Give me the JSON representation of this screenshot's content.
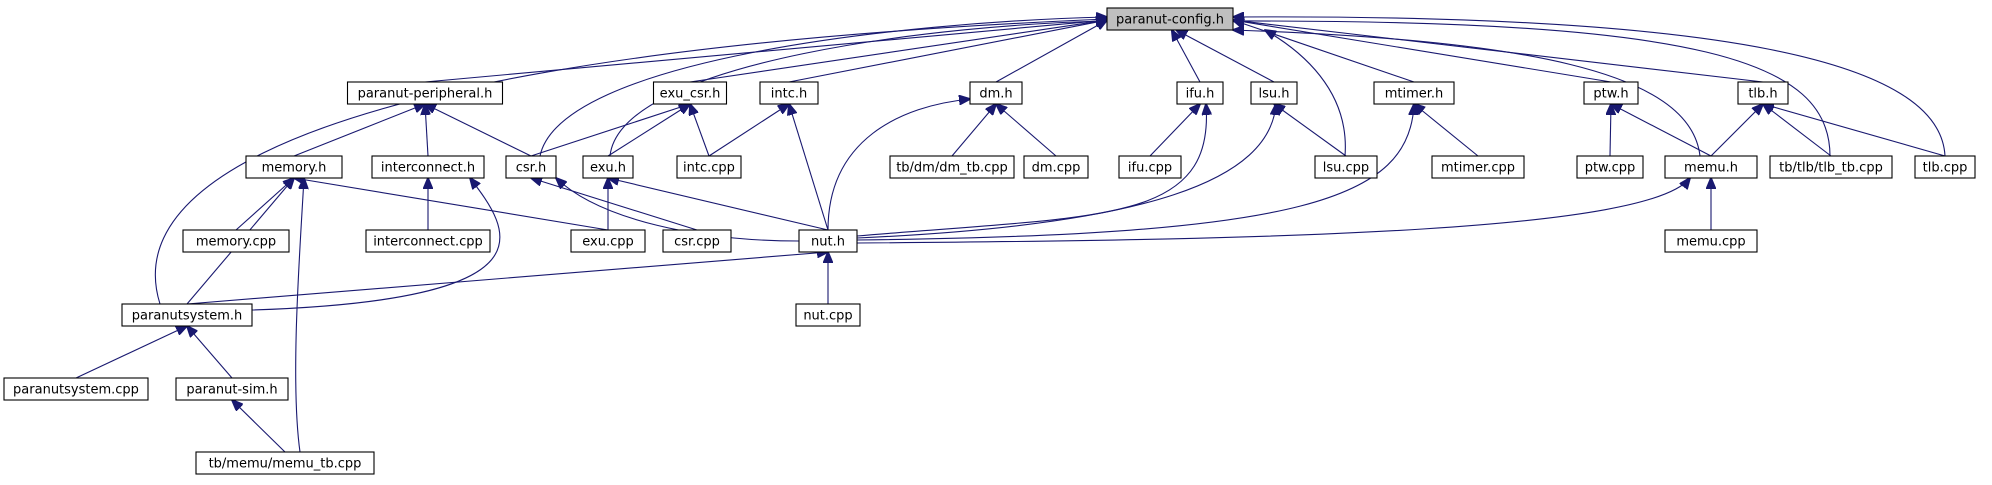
{
  "colors": {
    "edge": "#191970",
    "root_fill": "#bfbfbf",
    "node_fill": "#ffffff",
    "node_stroke": "#000000"
  },
  "root": "paranut-config.h",
  "nodes": [
    {
      "id": "cfg",
      "label": "paranut-config.h",
      "root": true
    },
    {
      "id": "periph",
      "label": "paranut-peripheral.h"
    },
    {
      "id": "exucsr",
      "label": "exu_csr.h"
    },
    {
      "id": "intch",
      "label": "intc.h"
    },
    {
      "id": "dmh",
      "label": "dm.h"
    },
    {
      "id": "ifuh",
      "label": "ifu.h"
    },
    {
      "id": "lsuh",
      "label": "lsu.h"
    },
    {
      "id": "mtimerh",
      "label": "mtimer.h"
    },
    {
      "id": "ptwh",
      "label": "ptw.h"
    },
    {
      "id": "tlbh",
      "label": "tlb.h"
    },
    {
      "id": "memoryh",
      "label": "memory.h"
    },
    {
      "id": "interh",
      "label": "interconnect.h"
    },
    {
      "id": "csrh",
      "label": "csr.h"
    },
    {
      "id": "exuh",
      "label": "exu.h"
    },
    {
      "id": "intccpp",
      "label": "intc.cpp"
    },
    {
      "id": "dmtb",
      "label": "tb/dm/dm_tb.cpp"
    },
    {
      "id": "dmcpp",
      "label": "dm.cpp"
    },
    {
      "id": "ifucpp",
      "label": "ifu.cpp"
    },
    {
      "id": "lsucpp",
      "label": "lsu.cpp"
    },
    {
      "id": "mtimercpp",
      "label": "mtimer.cpp"
    },
    {
      "id": "ptwcpp",
      "label": "ptw.cpp"
    },
    {
      "id": "memuh",
      "label": "memu.h"
    },
    {
      "id": "tlbtb",
      "label": "tb/tlb/tlb_tb.cpp"
    },
    {
      "id": "tlbcpp",
      "label": "tlb.cpp"
    },
    {
      "id": "memorycpp",
      "label": "memory.cpp"
    },
    {
      "id": "intercpp",
      "label": "interconnect.cpp"
    },
    {
      "id": "exucpp",
      "label": "exu.cpp"
    },
    {
      "id": "csrcpp",
      "label": "csr.cpp"
    },
    {
      "id": "nuth",
      "label": "nut.h"
    },
    {
      "id": "memucpp",
      "label": "memu.cpp"
    },
    {
      "id": "psysh",
      "label": "paranutsystem.h"
    },
    {
      "id": "nutcpp",
      "label": "nut.cpp"
    },
    {
      "id": "psyscpp",
      "label": "paranutsystem.cpp"
    },
    {
      "id": "psimh",
      "label": "paranut-sim.h"
    },
    {
      "id": "memutb",
      "label": "tb/memu/memu_tb.cpp"
    }
  ],
  "edges": [
    {
      "from": "periph",
      "to": "cfg"
    },
    {
      "from": "exucsr",
      "to": "cfg"
    },
    {
      "from": "intch",
      "to": "cfg"
    },
    {
      "from": "dmh",
      "to": "cfg"
    },
    {
      "from": "ifuh",
      "to": "cfg"
    },
    {
      "from": "lsuh",
      "to": "cfg"
    },
    {
      "from": "mtimerh",
      "to": "cfg"
    },
    {
      "from": "ptwh",
      "to": "cfg"
    },
    {
      "from": "tlbh",
      "to": "cfg"
    },
    {
      "from": "csrh",
      "to": "cfg"
    },
    {
      "from": "exuh",
      "to": "cfg"
    },
    {
      "from": "lsucpp",
      "to": "cfg"
    },
    {
      "from": "memuh",
      "to": "cfg"
    },
    {
      "from": "tlbtb",
      "to": "cfg"
    },
    {
      "from": "tlbcpp",
      "to": "cfg"
    },
    {
      "from": "psysh",
      "to": "cfg"
    },
    {
      "from": "memoryh",
      "to": "periph"
    },
    {
      "from": "interh",
      "to": "periph"
    },
    {
      "from": "csrh",
      "to": "periph"
    },
    {
      "from": "csrh",
      "to": "exucsr"
    },
    {
      "from": "exuh",
      "to": "exucsr"
    },
    {
      "from": "intccpp",
      "to": "exucsr"
    },
    {
      "from": "intccpp",
      "to": "intch"
    },
    {
      "from": "nuth",
      "to": "intch"
    },
    {
      "from": "nuth",
      "to": "dmh"
    },
    {
      "from": "dmtb",
      "to": "dmh"
    },
    {
      "from": "dmcpp",
      "to": "dmh"
    },
    {
      "from": "ifucpp",
      "to": "ifuh"
    },
    {
      "from": "nuth",
      "to": "ifuh"
    },
    {
      "from": "lsucpp",
      "to": "lsuh"
    },
    {
      "from": "nuth",
      "to": "lsuh"
    },
    {
      "from": "nuth",
      "to": "mtimerh"
    },
    {
      "from": "mtimercpp",
      "to": "mtimerh"
    },
    {
      "from": "ptwcpp",
      "to": "ptwh"
    },
    {
      "from": "memuh",
      "to": "ptwh"
    },
    {
      "from": "memuh",
      "to": "tlbh"
    },
    {
      "from": "tlbtb",
      "to": "tlbh"
    },
    {
      "from": "tlbcpp",
      "to": "tlbh"
    },
    {
      "from": "memorycpp",
      "to": "memoryh"
    },
    {
      "from": "exucpp",
      "to": "memoryh"
    },
    {
      "from": "psysh",
      "to": "memoryh"
    },
    {
      "from": "memutb",
      "to": "memoryh"
    },
    {
      "from": "intercpp",
      "to": "interh"
    },
    {
      "from": "psysh",
      "to": "interh"
    },
    {
      "from": "nuth",
      "to": "csrh"
    },
    {
      "from": "csrcpp",
      "to": "csrh"
    },
    {
      "from": "exucpp",
      "to": "exuh"
    },
    {
      "from": "nuth",
      "to": "exuh"
    },
    {
      "from": "nuth",
      "to": "memuh"
    },
    {
      "from": "memucpp",
      "to": "memuh"
    },
    {
      "from": "psysh",
      "to": "nuth"
    },
    {
      "from": "nutcpp",
      "to": "nuth"
    },
    {
      "from": "psyscpp",
      "to": "psysh"
    },
    {
      "from": "psimh",
      "to": "psysh"
    },
    {
      "from": "memutb",
      "to": "psimh"
    }
  ]
}
